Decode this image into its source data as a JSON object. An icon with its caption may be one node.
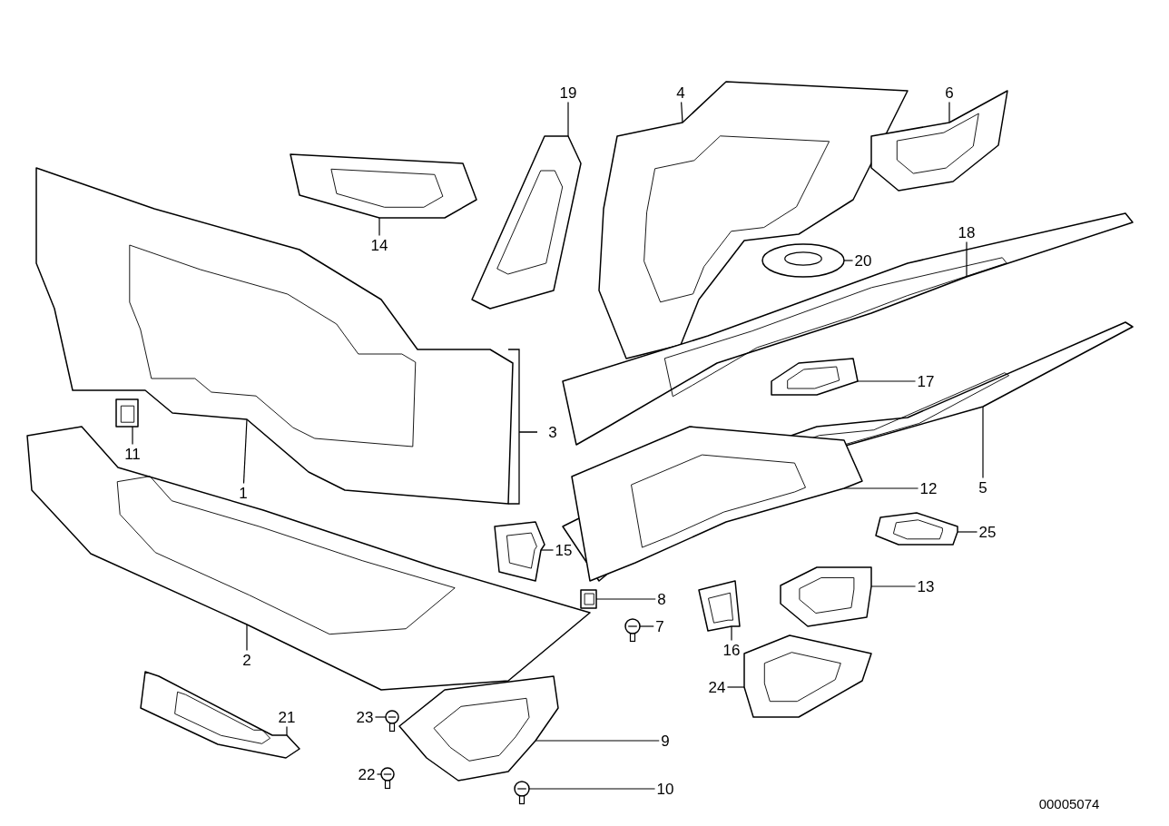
{
  "diagram": {
    "nodes": [
      {
        "text": [
          "1"
        ]
      },
      {
        "text": [
          "2"
        ]
      },
      {
        "text": [
          "4"
        ]
      },
      {
        "text": [
          "5"
        ]
      },
      {
        "text": [
          "6"
        ]
      },
      {
        "text": [
          "7"
        ]
      },
      {
        "text": [
          "8"
        ]
      },
      {
        "text": [
          "9"
        ]
      },
      {
        "text": [
          "10"
        ]
      },
      {
        "text": [
          "11"
        ]
      },
      {
        "text": [
          "12"
        ]
      },
      {
        "text": [
          "13"
        ]
      },
      {
        "text": [
          "14"
        ]
      },
      {
        "text": [
          "15"
        ]
      },
      {
        "text": [
          "16"
        ]
      },
      {
        "text": [
          "17"
        ]
      },
      {
        "text": [
          "18"
        ]
      },
      {
        "text": [
          "19"
        ]
      },
      {
        "text": [
          "20"
        ]
      },
      {
        "text": [
          "21"
        ]
      },
      {
        "text": [
          "22"
        ]
      },
      {
        "text": [
          "23"
        ]
      },
      {
        "text": [
          "24"
        ]
      },
      {
        "text": [
          "25"
        ]
      },
      {
        "text": [],
        "shape": "picture"
      },
      {
        "text": [],
        "shape": "picture"
      },
      {
        "text": [],
        "shape": "picture"
      },
      {
        "text": [],
        "shape": "picture"
      },
      {
        "text": [],
        "shape": "picture"
      },
      {
        "text": [],
        "shape": "picture"
      },
      {
        "text": [],
        "shape": "picture"
      },
      {
        "text": [],
        "shape": "picture"
      },
      {
        "text": [],
        "shape": "picture"
      },
      {
        "text": [],
        "shape": "picture"
      },
      {
        "text": [],
        "shape": "picture"
      },
      {
        "text": [],
        "shape": "picture"
      },
      {
        "text": [],
        "shape": "picture"
      },
      {
        "text": [],
        "shape": "picture"
      },
      {
        "text": [],
        "shape": "picture"
      },
      {
        "text": [],
        "shape": "picture"
      },
      {
        "text": [],
        "shape": "picture"
      },
      {
        "text": [],
        "shape": "picture"
      },
      {
        "text": [],
        "shape": "picture"
      },
      {
        "text": [],
        "shape": "picture"
      },
      {
        "text": [],
        "shape": "picture"
      },
      {
        "text": [],
        "shape": "picture"
      },
      {
        "text": [],
        "shape": "picture"
      },
      {
        "text": [],
        "shape": "picture"
      }
    ],
    "edges": [
      {
        "from": 0,
        "to": 24,
        "arrow": "none"
      },
      {
        "from": 1,
        "to": 25,
        "arrow": "none"
      },
      {
        "from": 2,
        "to": 26,
        "arrow": "none"
      },
      {
        "from": 3,
        "to": 27,
        "arrow": "none"
      },
      {
        "from": 4,
        "to": 28,
        "arrow": "none"
      },
      {
        "from": 5,
        "to": 29,
        "arrow": "none"
      },
      {
        "from": 6,
        "to": 30,
        "arrow": "none"
      },
      {
        "from": 7,
        "to": 31,
        "arrow": "none"
      },
      {
        "from": 8,
        "to": 32,
        "arrow": "none"
      },
      {
        "from": 9,
        "to": 33,
        "arrow": "none"
      },
      {
        "from": 10,
        "to": 34,
        "arrow": "none"
      },
      {
        "from": 11,
        "to": 35,
        "arrow": "none"
      },
      {
        "from": 12,
        "to": 36,
        "arrow": "none"
      },
      {
        "from": 13,
        "to": 37,
        "arrow": "none"
      },
      {
        "from": 14,
        "to": 38,
        "arrow": "none"
      },
      {
        "from": 15,
        "to": 39,
        "arrow": "none"
      },
      {
        "from": 16,
        "to": 40,
        "arrow": "none"
      },
      {
        "from": 17,
        "to": 41,
        "arrow": "none"
      },
      {
        "from": 18,
        "to": 42,
        "arrow": "none"
      },
      {
        "from": 19,
        "to": 43,
        "arrow": "none"
      },
      {
        "from": 20,
        "to": 44,
        "arrow": "none"
      },
      {
        "from": 21,
        "to": 45,
        "arrow": "none"
      },
      {
        "from": 22,
        "to": 46,
        "arrow": "none"
      },
      {
        "from": 23,
        "to": 47,
        "arrow": "none"
      }
    ],
    "labels": [
      "3",
      "00005074"
    ]
  }
}
